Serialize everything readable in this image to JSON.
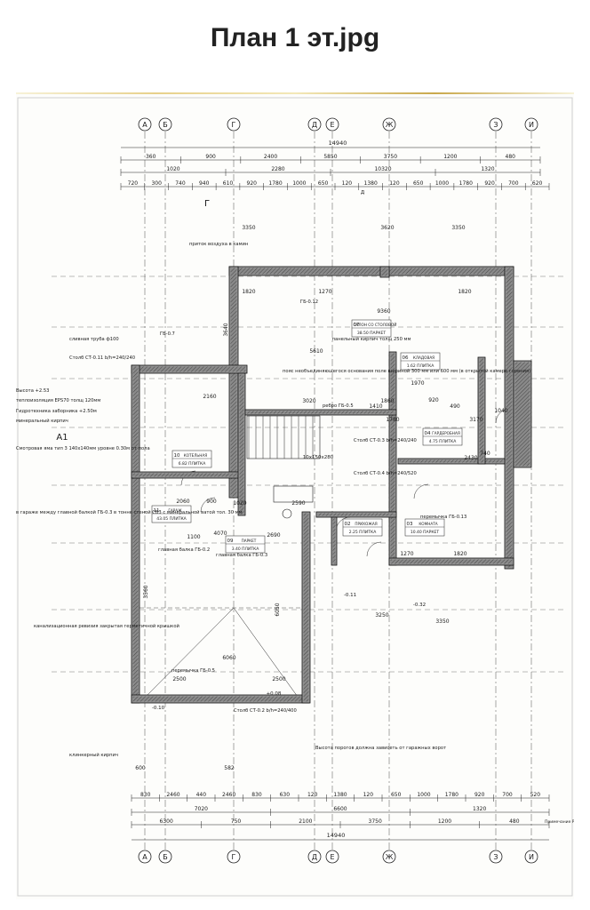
{
  "header": {
    "title": "План 1 эт.jpg"
  },
  "plan": {
    "axes": [
      "А",
      "Б",
      "Г",
      "Д",
      "Е",
      "Ж",
      "З",
      "И"
    ],
    "top_dims": {
      "overall": "14940",
      "row1": [
        "360",
        "900",
        "2400",
        "5850",
        "3750",
        "1200",
        "480"
      ],
      "row2": [
        "1020",
        "2280",
        "10320",
        "1320"
      ],
      "row3": [
        "720",
        "300",
        "740",
        "940",
        "610",
        "920",
        "1780",
        "1000",
        "650",
        "120",
        "1380",
        "120",
        "650",
        "1000",
        "1780",
        "920",
        "700",
        "620"
      ]
    },
    "bottom_dims": {
      "row1": [
        "830",
        "2460",
        "440",
        "2460",
        "830",
        "630",
        "120",
        "1380",
        "120",
        "650",
        "1000",
        "1780",
        "920",
        "700",
        "520"
      ],
      "row2": [
        "7020",
        "6600",
        "1320"
      ],
      "row3": [
        "6300",
        "750",
        "2100",
        "3750",
        "1200",
        "480"
      ],
      "overall": "14940"
    },
    "side_dims": [
      "3350",
      "3620",
      "3350",
      "1820",
      "1270",
      "1820",
      "9360",
      "5610",
      "3020",
      "2160",
      "2060",
      "900",
      "4070",
      "2690",
      "2590",
      "1020",
      "6060",
      "2500",
      "2500",
      "600",
      "582",
      "1970",
      "1410",
      "920",
      "490",
      "1780",
      "2430",
      "1270",
      "1820",
      "3250",
      "3350",
      "3170",
      "3640",
      "3560",
      "6050",
      "1860",
      "740",
      "1040",
      "1100"
    ],
    "rooms": [
      {
        "no": "07",
        "name": "САЛОН СО СТОЛОВОЙ",
        "area": "38.50 ПАРКЕТ"
      },
      {
        "no": "06",
        "name": "КЛАДОВАЯ",
        "area": "1.62 ПЛИТКА"
      },
      {
        "no": "04",
        "name": "ГАРДЕРОБНАЯ",
        "area": "4.75 ПЛИТКА"
      },
      {
        "no": "03",
        "name": "КОМНАТА",
        "area": "10.40 ПАРКЕТ"
      },
      {
        "no": "02",
        "name": "ПРИХОЖАЯ",
        "area": "2.25 ПЛИТКА"
      },
      {
        "no": "09",
        "name": "ПАРКЕТ",
        "area": "3.40 ПЛИТКА"
      },
      {
        "no": "10",
        "name": "КОТЕЛЬНАЯ",
        "area": "6.82 ПЛИТКА"
      },
      {
        "no": "11",
        "name": "ГАРАЖ",
        "area": "43.05 ПЛИТКА"
      }
    ],
    "notes": [
      "приток воздуха в камин",
      "сливная труба ф100",
      "ГБ-0.7",
      "ГБ-0.12",
      "панельный кирпич толщ 250 мм",
      "пояс необъединяющегося основания поле шириной 300 мм или 600 мм (в открытой камере горения)",
      "Столб СТ-0.11 b/h=240/240",
      "Высота +2.53",
      "теплоизоляция EPS70 толщ 120мм",
      "Гидротехника заборника +2.50м",
      "минеральный кирпич",
      "Смотровая яма тип 3 140x140мм уровне 0.30м от пола",
      "ребро ГБ-0.5",
      "Столб СТ-0.3 b/h=240/240",
      "Столб СТ-0.4 b/h=240/520",
      "в гараже между главной балкой ГБ-0.3 в тонне стеной СВ3 с минеральной ватой тол. 30 мм",
      "главная балка ГБ-0.2",
      "главная балка ГБ-0.3",
      "перемычка ГБ-0.13",
      "канализационная ревизия закрытая герметичной крышкой",
      "перемычка ГБ-0.5",
      "Столб СТ-0.2 b/h=240/400",
      "клинкерный кирпич",
      "Высота порогов должна зависеть от гаражных ворот",
      "Примечание Размеры уверенно строительство проверены"
    ],
    "markers": [
      "А1",
      "Г",
      "Д",
      "-0.10",
      "-0.11",
      "-0.32",
      "+0.08",
      "10x150x280"
    ]
  }
}
